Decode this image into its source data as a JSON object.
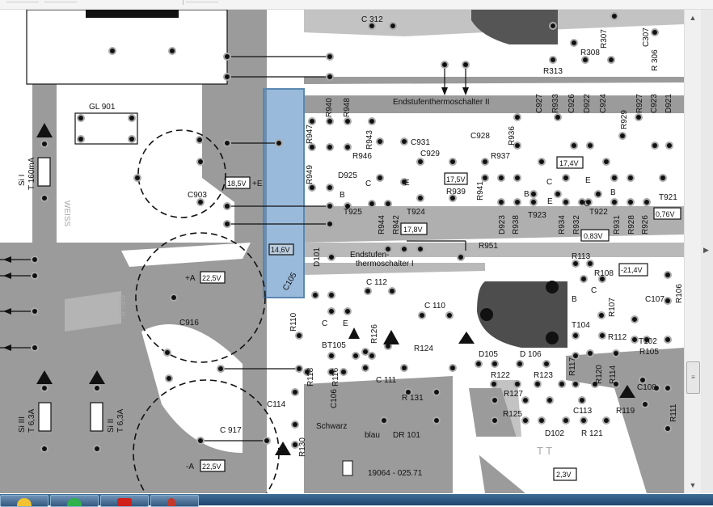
{
  "viewer": {
    "scroll_up_icon": "▲",
    "scroll_down_icon": "▼",
    "scroll_thumb_grip": "≡",
    "side_arrow": "▶"
  },
  "taskbar": {
    "buttons": [
      "explorer-icon",
      "chrome-icon",
      "media-icon",
      "app-icon"
    ],
    "colors": [
      "#f2c230",
      "#2fb24a",
      "#d0201a",
      "#c0392b"
    ]
  },
  "schematic": {
    "headings": {
      "thermo2": "Endstufenthermoschalter II",
      "thermo1_a": "Endstufen-",
      "thermo1_b": "thermoschalter I",
      "part_no": "19064 - 025.71",
      "weiss": "WEISS",
      "gelb": "GELB",
      "schwarz": "Schwarz",
      "blau": "blau",
      "tt": "T T"
    },
    "voltages": {
      "v185": "18,5V",
      "v146": "14,6V",
      "v175": "17,5V",
      "v174": "17,4V",
      "v178": "17,8V",
      "v083": "0,83V",
      "v076": "0,76V",
      "v225a": "22,5V",
      "v225b": "22,5V",
      "v214": "-21,4V",
      "v23": "2,3V"
    },
    "supply": {
      "plus_e": "+E",
      "plus_a": "+A",
      "minus_a": "-A"
    },
    "fuses": {
      "si1_a": "Si I",
      "si1_b": "T 160mA",
      "si3_a": "Si III",
      "si3_b": "T 6,3A",
      "si2_a": "Si II",
      "si2_b": "T 6,3A"
    },
    "parts": {
      "c312": "C 312",
      "r307": "R307",
      "c307": "C307",
      "r306": "R 306",
      "r308": "R308",
      "r313": "R313",
      "gl901": "GL 901",
      "c903": "C903",
      "r940": "R940",
      "r948": "R948",
      "r947": "R947",
      "r949": "R949",
      "d925": "D925",
      "t925": "T925",
      "r943": "R943",
      "r946": "R946",
      "c931": "C931",
      "c929": "C929",
      "c928": "C928",
      "r936": "R936",
      "r937": "R937",
      "r939": "R939",
      "r941": "R941",
      "d923": "D923",
      "r938": "R938",
      "t924": "T924",
      "r944": "R944",
      "r942": "R942",
      "t923": "T923",
      "r934": "R934",
      "r932": "R932",
      "t922": "T922",
      "r931": "R931",
      "r928": "R928",
      "r926": "R926",
      "t921": "T921",
      "c927": "C927",
      "r933": "R933",
      "c926": "C926",
      "d922": "D922",
      "c924": "C924",
      "r929": "R929",
      "r927": "R927",
      "c923": "C923",
      "d921": "D921",
      "r951": "R951",
      "c916": "C916",
      "c105": "C105",
      "d101": "D101",
      "c112": "C 112",
      "c110": "C 110",
      "r110": "R110",
      "t105": "T105",
      "r126": "R126",
      "r124": "R124",
      "c111": "C 111",
      "r118": "R118",
      "r116": "R116",
      "c106": "C106",
      "c114": "C114",
      "r130": "R130",
      "c917": "C 917",
      "r131": "R 131",
      "dr101": "DR 101",
      "r113": "R113",
      "r108": "R108",
      "c107": "C107",
      "r106": "R106",
      "r107": "R107",
      "t104": "T104",
      "r112": "R112",
      "t102": "T102",
      "r105": "R105",
      "d105": "D105",
      "d106": "D 106",
      "r122": "R122",
      "r123": "R123",
      "r117": "R117",
      "r120": "R120",
      "r114": "R114",
      "c108": "C108",
      "r127": "R127",
      "c113": "C113",
      "r119": "R119",
      "r125": "R125",
      "d102": "D102",
      "r121": "R 121",
      "r111": "R111"
    },
    "pins": {
      "b": "B",
      "c": "C",
      "e": "E"
    }
  }
}
